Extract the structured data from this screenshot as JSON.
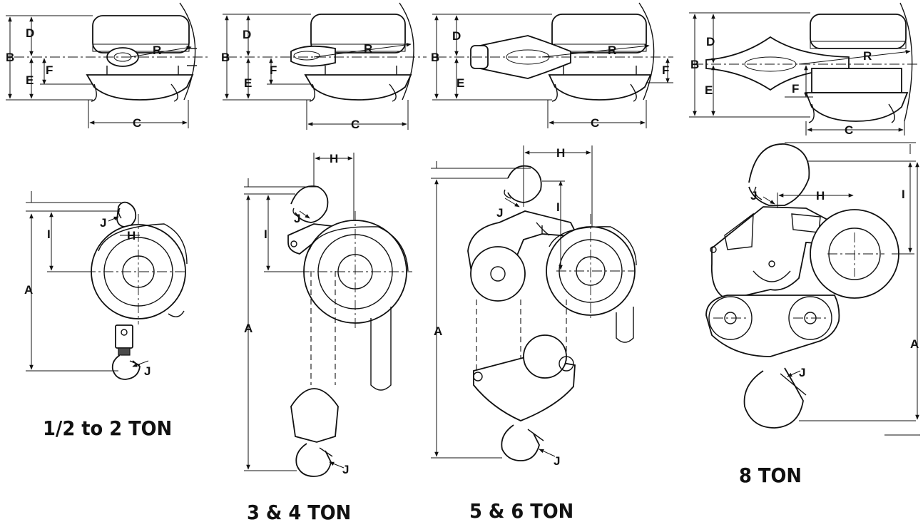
{
  "figures": [
    {
      "key": "half_to_two",
      "caption": "1/2 to 2 TON",
      "top_labels": {
        "B": "B",
        "D": "D",
        "E": "E",
        "F": "F",
        "C": "C",
        "R": "R"
      },
      "front_labels": {
        "A": "A",
        "I": "I",
        "H": "H",
        "J_top": "J",
        "J_bottom": "J"
      }
    },
    {
      "key": "three_four",
      "caption": "3 & 4 TON",
      "top_labels": {
        "B": "B",
        "D": "D",
        "E": "E",
        "F": "F",
        "C": "C",
        "R": "R"
      },
      "front_labels": {
        "A": "A",
        "I": "I",
        "H": "H",
        "J_top": "J",
        "J_bottom": "J"
      }
    },
    {
      "key": "five_six",
      "caption": "5 & 6 TON",
      "top_labels": {
        "B": "B",
        "D": "D",
        "E": "E",
        "F": "F",
        "C": "C",
        "R": "R"
      },
      "front_labels": {
        "A": "A",
        "I": "I",
        "H": "H",
        "J_top": "J",
        "J_bottom": "J"
      }
    },
    {
      "key": "eight",
      "caption": "8 TON",
      "top_labels": {
        "B": "B",
        "D": "D",
        "E": "E",
        "F": "F",
        "C": "C",
        "R": "R"
      },
      "front_labels": {
        "A": "A",
        "I": "I",
        "H": "H",
        "J_top": "J",
        "J_bottom": "J"
      }
    }
  ]
}
